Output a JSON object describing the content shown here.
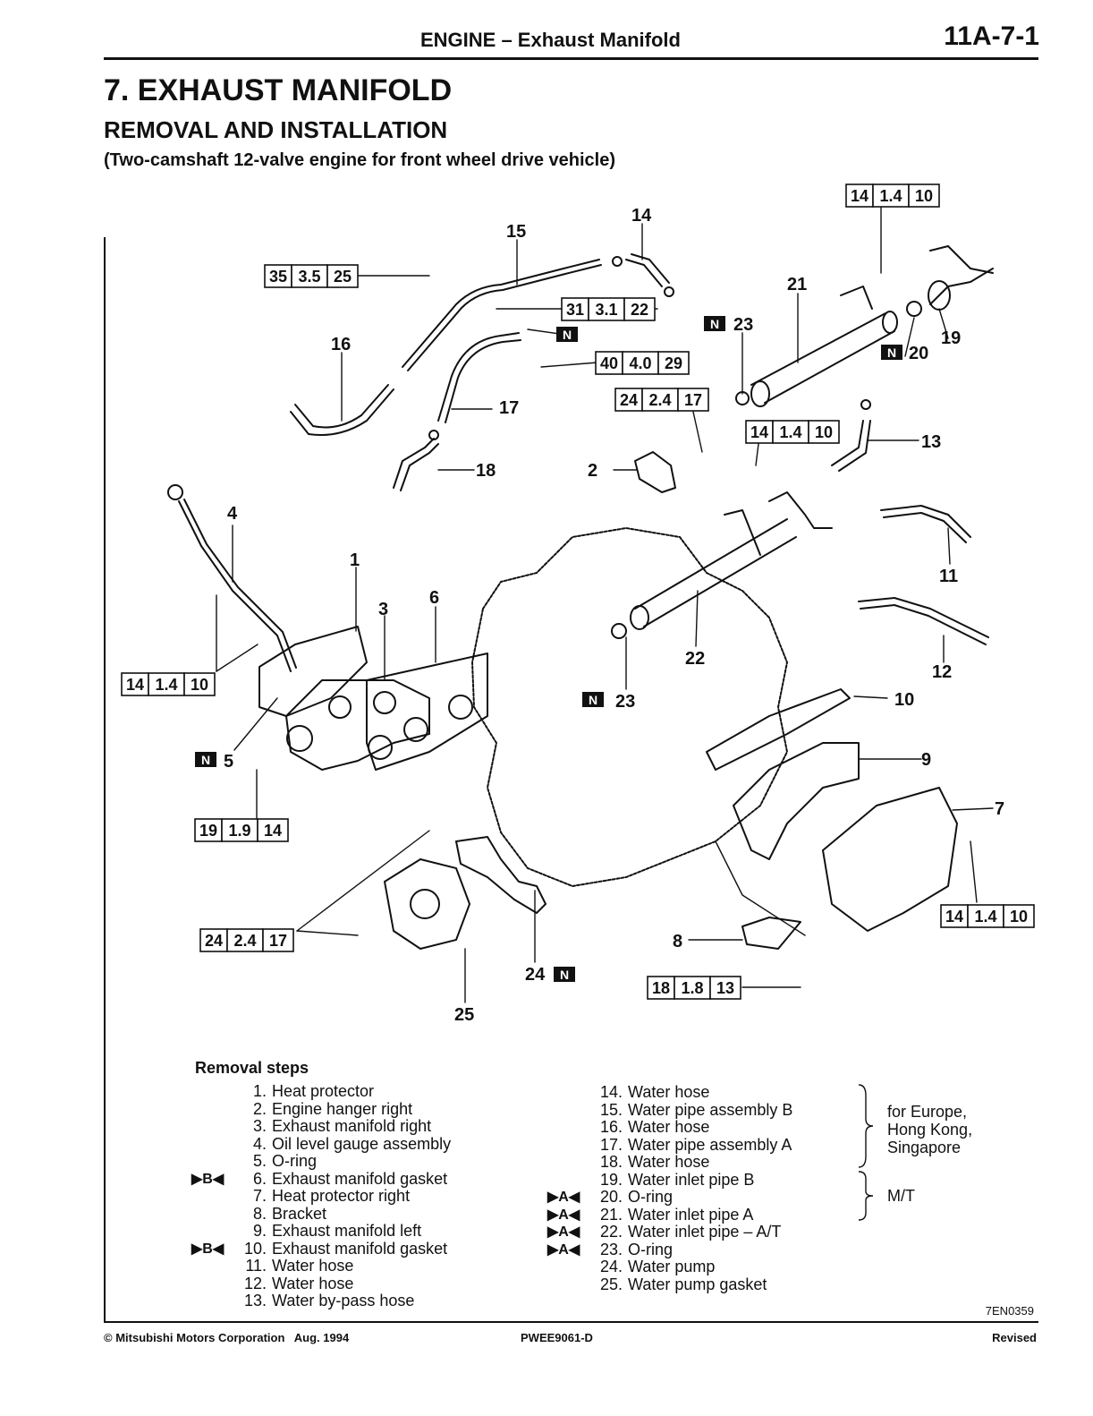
{
  "header": {
    "section": "ENGINE – Exhaust Manifold",
    "page": "11A-7-1"
  },
  "title": "7. EXHAUST MANIFOLD",
  "subtitle": "REMOVAL AND INSTALLATION",
  "condition": "(Two-camshaft 12-valve engine for front wheel drive vehicle)",
  "diagram": {
    "torque_specs": [
      {
        "nm": "14",
        "kgm": "1.4",
        "ftlbs": "10"
      },
      {
        "nm": "35",
        "kgm": "3.5",
        "ftlbs": "25"
      },
      {
        "nm": "31",
        "kgm": "3.1",
        "ftlbs": "22"
      },
      {
        "nm": "40",
        "kgm": "4.0",
        "ftlbs": "29"
      },
      {
        "nm": "24",
        "kgm": "2.4",
        "ftlbs": "17"
      },
      {
        "nm": "14",
        "kgm": "1.4",
        "ftlbs": "10"
      },
      {
        "nm": "14",
        "kgm": "1.4",
        "ftlbs": "10"
      },
      {
        "nm": "19",
        "kgm": "1.9",
        "ftlbs": "14"
      },
      {
        "nm": "24",
        "kgm": "2.4",
        "ftlbs": "17"
      },
      {
        "nm": "14",
        "kgm": "1.4",
        "ftlbs": "10"
      },
      {
        "nm": "18",
        "kgm": "1.8",
        "ftlbs": "13"
      }
    ],
    "new_part_mark": "N",
    "part_numbers": [
      "1",
      "2",
      "3",
      "4",
      "5",
      "6",
      "7",
      "8",
      "9",
      "10",
      "11",
      "12",
      "13",
      "14",
      "15",
      "16",
      "17",
      "18",
      "19",
      "20",
      "21",
      "22",
      "23",
      "23",
      "24",
      "25"
    ]
  },
  "removal_title": "Removal steps",
  "steps_left": [
    {
      "num": "1.",
      "text": "Heat protector",
      "mark": ""
    },
    {
      "num": "2.",
      "text": "Engine hanger right",
      "mark": ""
    },
    {
      "num": "3.",
      "text": "Exhaust manifold right",
      "mark": ""
    },
    {
      "num": "4.",
      "text": "Oil level gauge assembly",
      "mark": ""
    },
    {
      "num": "5.",
      "text": "O-ring",
      "mark": ""
    },
    {
      "num": "6.",
      "text": "Exhaust manifold gasket",
      "mark": "▶B◀"
    },
    {
      "num": "7.",
      "text": "Heat protector right",
      "mark": ""
    },
    {
      "num": "8.",
      "text": "Bracket",
      "mark": ""
    },
    {
      "num": "9.",
      "text": "Exhaust manifold left",
      "mark": ""
    },
    {
      "num": "10.",
      "text": "Exhaust manifold gasket",
      "mark": "▶B◀"
    },
    {
      "num": "11.",
      "text": "Water hose",
      "mark": ""
    },
    {
      "num": "12.",
      "text": "Water hose",
      "mark": ""
    },
    {
      "num": "13.",
      "text": "Water by-pass hose",
      "mark": ""
    }
  ],
  "steps_right": [
    {
      "num": "14.",
      "text": "Water hose",
      "mark": ""
    },
    {
      "num": "15.",
      "text": "Water pipe assembly B",
      "mark": ""
    },
    {
      "num": "16.",
      "text": "Water hose",
      "mark": ""
    },
    {
      "num": "17.",
      "text": "Water pipe assembly A",
      "mark": ""
    },
    {
      "num": "18.",
      "text": "Water hose",
      "mark": ""
    },
    {
      "num": "19.",
      "text": "Water inlet pipe B",
      "mark": ""
    },
    {
      "num": "20.",
      "text": "O-ring",
      "mark": "▶A◀"
    },
    {
      "num": "21.",
      "text": "Water inlet pipe A",
      "mark": "▶A◀"
    },
    {
      "num": "22.",
      "text": "Water inlet pipe – A/T",
      "mark": "▶A◀"
    },
    {
      "num": "23.",
      "text": "O-ring",
      "mark": "▶A◀"
    },
    {
      "num": "24.",
      "text": "Water pump",
      "mark": ""
    },
    {
      "num": "25.",
      "text": "Water pump gasket",
      "mark": ""
    }
  ],
  "note_markets": "for Europe,\nHong Kong,\nSingapore",
  "note_mt": "M/T",
  "figure_id": "7EN0359",
  "footer": {
    "copyright": "© Mitsubishi Motors Corporation   Aug. 1994",
    "doc_code": "PWEE9061-D",
    "status": "Revised"
  }
}
